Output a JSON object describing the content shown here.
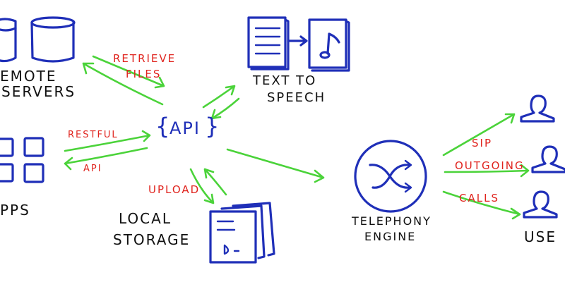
{
  "nodes": {
    "remote_servers": [
      "EMOTE",
      "SERVERS"
    ],
    "apps": "PPS",
    "api": [
      "{",
      "API",
      "}"
    ],
    "text_to_speech": [
      "TEXT  TO",
      "SPEECH"
    ],
    "local_storage": [
      "LOCAL",
      "STORAGE"
    ],
    "telephony_engine": [
      "TELEPHONY",
      "ENGINE"
    ],
    "users": "USE"
  },
  "edge_labels": {
    "retrieve_files": [
      "RETRIEVE",
      "FILES"
    ],
    "restful_api": [
      "RESTFUL",
      "API"
    ],
    "upload": "UPLOAD",
    "sip_outgoing_calls": [
      "SIP",
      "OUTGOING",
      "CALLS"
    ]
  },
  "colors": {
    "ink_blue": "#1f2fb8",
    "arrow_green": "#4bd33a",
    "label_red": "#e0241e",
    "label_black": "#111111"
  },
  "icons": {
    "server": "database-cylinder-icon",
    "app_tile": "app-grid-icon",
    "document": "text-document-icon",
    "audio": "music-note-icon",
    "storage": "file-stack-icon",
    "engine": "shuffle-circle-icon",
    "user": "user-icon"
  }
}
